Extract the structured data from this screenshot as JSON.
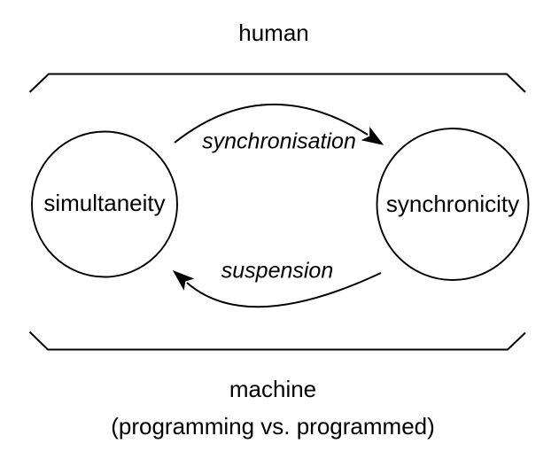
{
  "colors": {
    "ink": "#000000",
    "background": "#ffffff"
  },
  "diagram": {
    "top_domain": "human",
    "bottom_domain": "machine",
    "bottom_domain_detail": "(programming vs. programmed)",
    "nodes": {
      "left": "simultaneity",
      "right": "synchronicity"
    },
    "arrows": {
      "forward": "synchronisation",
      "backward": "suspension"
    }
  }
}
